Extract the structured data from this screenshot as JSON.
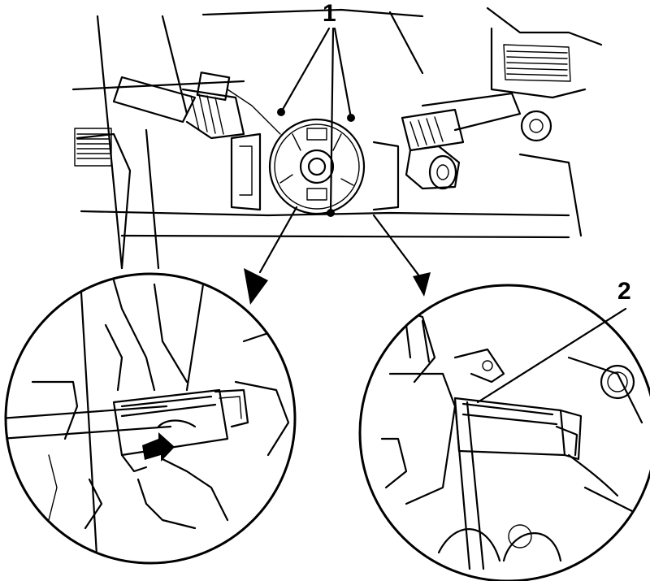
{
  "figure": {
    "callouts": [
      {
        "id": "1",
        "text": "1"
      },
      {
        "id": "2",
        "text": "2"
      }
    ],
    "colors": {
      "line": "#000000",
      "background": "#ffffff"
    }
  }
}
